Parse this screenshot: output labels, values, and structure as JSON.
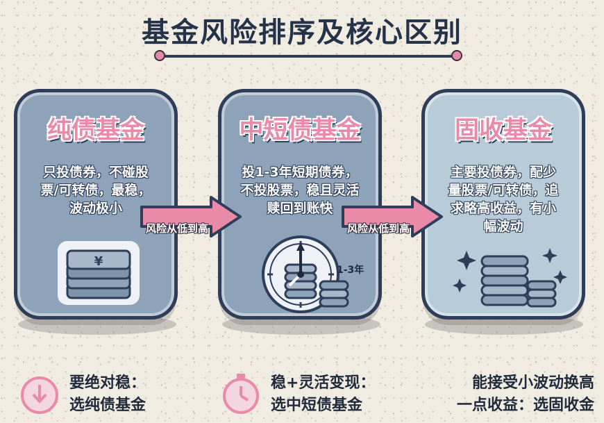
{
  "title": "基金风险排序及核心区别",
  "cards": [
    {
      "title": "纯债基金",
      "desc_lines": [
        "只投债券，不碰股",
        "票/可转债，最稳，",
        "波动极小"
      ],
      "icon": "stacked-bills-icon"
    },
    {
      "title": "中短债基金",
      "desc_lines": [
        "投1-3年短期债券，",
        "不投股票，稳且灵活",
        "赎回到账快"
      ],
      "icon": "clock-coins-icon",
      "icon_label": "1-3年"
    },
    {
      "title": "固收基金",
      "desc_lines": [
        "主要投债券，配少",
        "量股票/可转债，追",
        "求略高收益，有小",
        "幅波动"
      ],
      "icon": "sparkling-coins-icon"
    }
  ],
  "arrows": [
    {
      "label": "风险从低到高"
    },
    {
      "label": "风险从低到高"
    }
  ],
  "bottom": [
    {
      "lines": [
        "要绝对稳：",
        "选纯债基金"
      ],
      "icon": "clock-down-icon"
    },
    {
      "lines": [
        "稳+灵活变现：",
        "选中短债基金"
      ],
      "icon": "stopwatch-icon"
    },
    {
      "lines": [
        "能接受小波动换高",
        "一点收益：选固收金"
      ]
    }
  ],
  "colors": {
    "pink": "#e88aa8",
    "navy": "#2e3e58",
    "card_blue": "#8ea3b9",
    "card_light": "#b7cbd8"
  }
}
